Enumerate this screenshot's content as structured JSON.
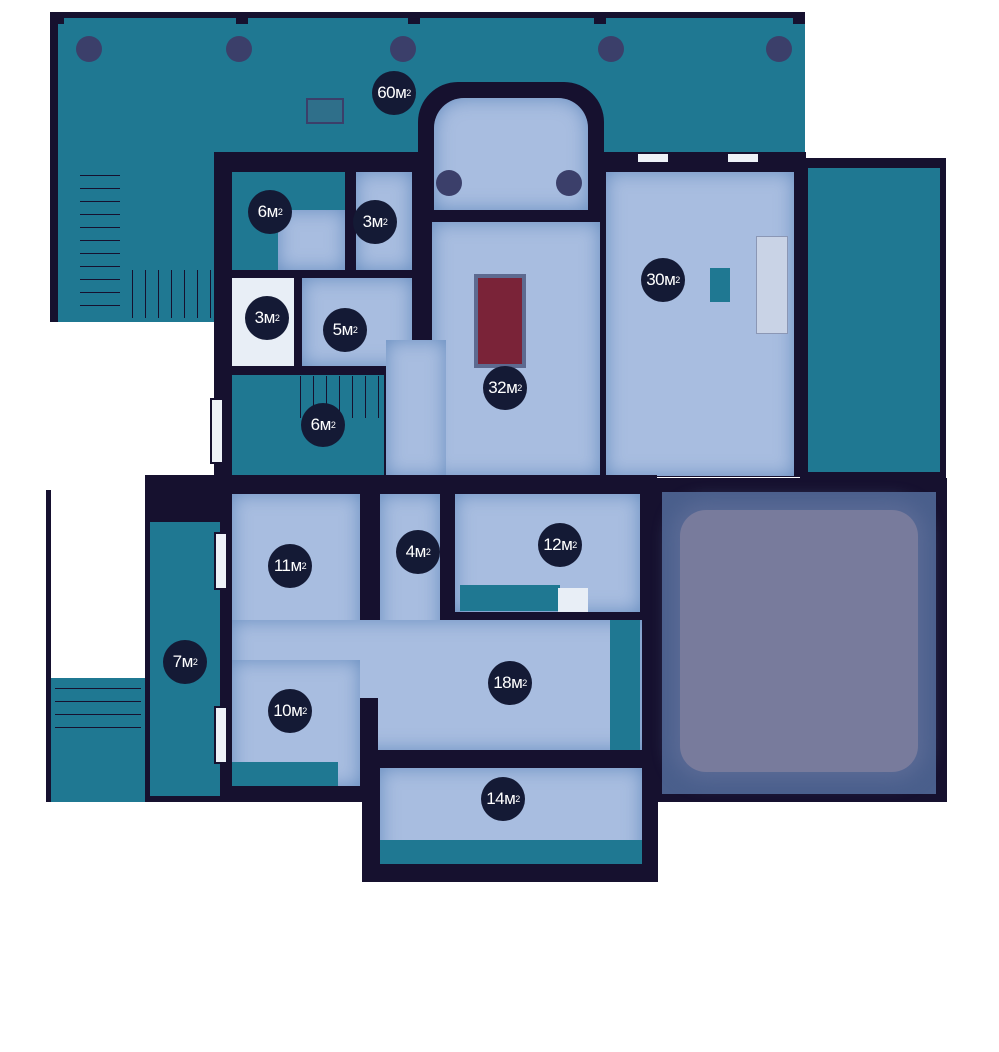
{
  "unit_suffix": "м",
  "unit_power": "2",
  "rooms": [
    {
      "id": "terrace",
      "area": "60"
    },
    {
      "id": "storage-top-left",
      "area": "6"
    },
    {
      "id": "wc",
      "area": "3"
    },
    {
      "id": "bath",
      "area": "3"
    },
    {
      "id": "hall-small",
      "area": "5"
    },
    {
      "id": "billiard",
      "area": "32"
    },
    {
      "id": "lounge",
      "area": "30"
    },
    {
      "id": "stair-hall",
      "area": "6"
    },
    {
      "id": "room-11",
      "area": "11"
    },
    {
      "id": "corridor",
      "area": "4"
    },
    {
      "id": "kitchen",
      "area": "12"
    },
    {
      "id": "vestibule",
      "area": "7"
    },
    {
      "id": "hall-18",
      "area": "18"
    },
    {
      "id": "room-10",
      "area": "10"
    },
    {
      "id": "room-14",
      "area": "14"
    }
  ],
  "colors": {
    "wall": "#16112f",
    "outdoor": "#1f7892",
    "floor": "#a8bde0",
    "pool": "#787b9c",
    "billiard_table": "#7a2338"
  }
}
